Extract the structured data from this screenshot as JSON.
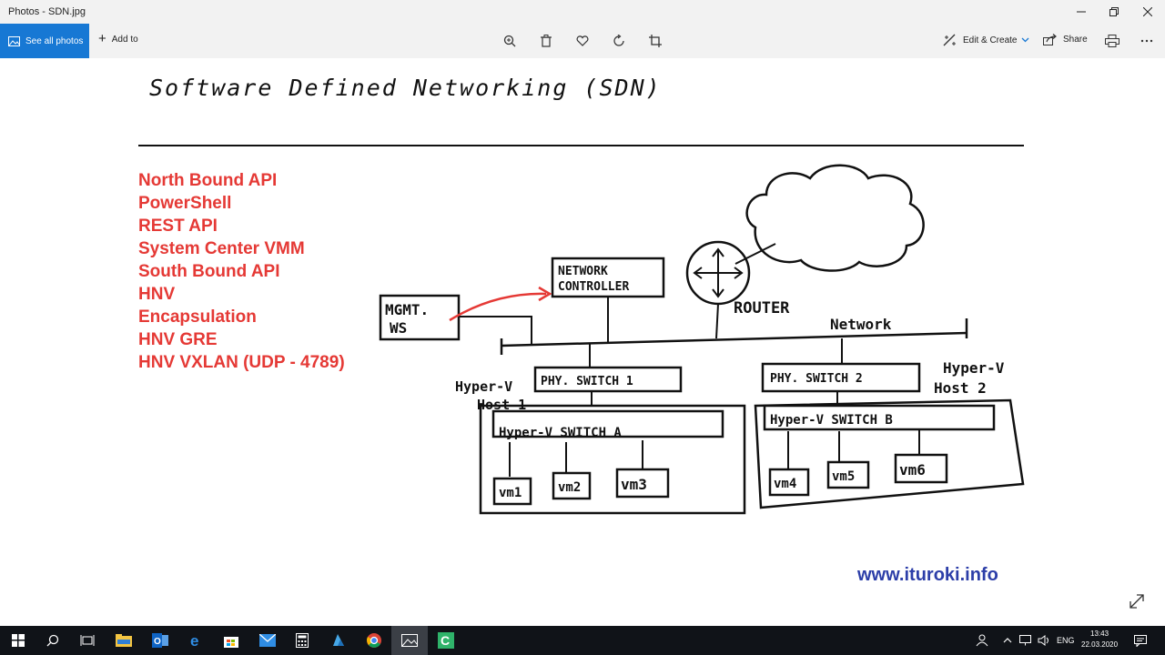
{
  "window": {
    "title": "Photos - SDN.jpg",
    "minimize_icon": "minimize-icon",
    "maximize_icon": "restore-icon",
    "close_icon": "close-icon"
  },
  "toolbar": {
    "see_all_label": "See all photos",
    "add_to_label": "Add to",
    "center_icons": [
      "zoom-in-icon",
      "delete-icon",
      "favorite-icon",
      "rotate-icon",
      "crop-icon"
    ],
    "edit_create_label": "Edit & Create",
    "share_label": "Share",
    "accent": "#1778d4"
  },
  "slide": {
    "title": "Software Defined Networking (SDN)",
    "list_color": "#e53935",
    "api_list": [
      "North Bound API",
      "PowerShell",
      "REST API",
      "System Center VMM",
      "South Bound API",
      "HNV",
      "Encapsulation",
      "HNV GRE",
      "HNV VXLAN (UDP - 4789)"
    ],
    "diagram": {
      "mgmt_ws_line1": "MGMT.",
      "mgmt_ws_line2": "WS",
      "controller_line1": "NETWORK",
      "controller_line2": "CONTROLLER",
      "router_label": "ROUTER",
      "network_label": "Network",
      "phy_switch_1": "PHY. SWITCH 1",
      "phy_switch_2": "PHY. SWITCH 2",
      "host1_line1": "Hyper-V",
      "host1_line2": "Host 1",
      "host2_line1": "Hyper-V",
      "host2_line2": "Host 2",
      "hv_switch_a": "Hyper-V SWITCH A",
      "hv_switch_b": "Hyper-V SWITCH B",
      "vms_host1": [
        "vm1",
        "vm2",
        "vm3"
      ],
      "vms_host2": [
        "vm4",
        "vm5",
        "vm6"
      ]
    },
    "watermark": "www.ituroki.info"
  },
  "taskbar": {
    "icons": [
      "windows-start-icon",
      "search-icon",
      "task-view-icon",
      "file-explorer-icon",
      "outlook-icon",
      "edge-icon",
      "store-icon",
      "mail-icon",
      "calculator-icon",
      "azure-icon",
      "chrome-icon",
      "photos-icon",
      "camtasia-icon"
    ],
    "language": "ENG",
    "time": "13:43",
    "date": "22.03.2020"
  }
}
